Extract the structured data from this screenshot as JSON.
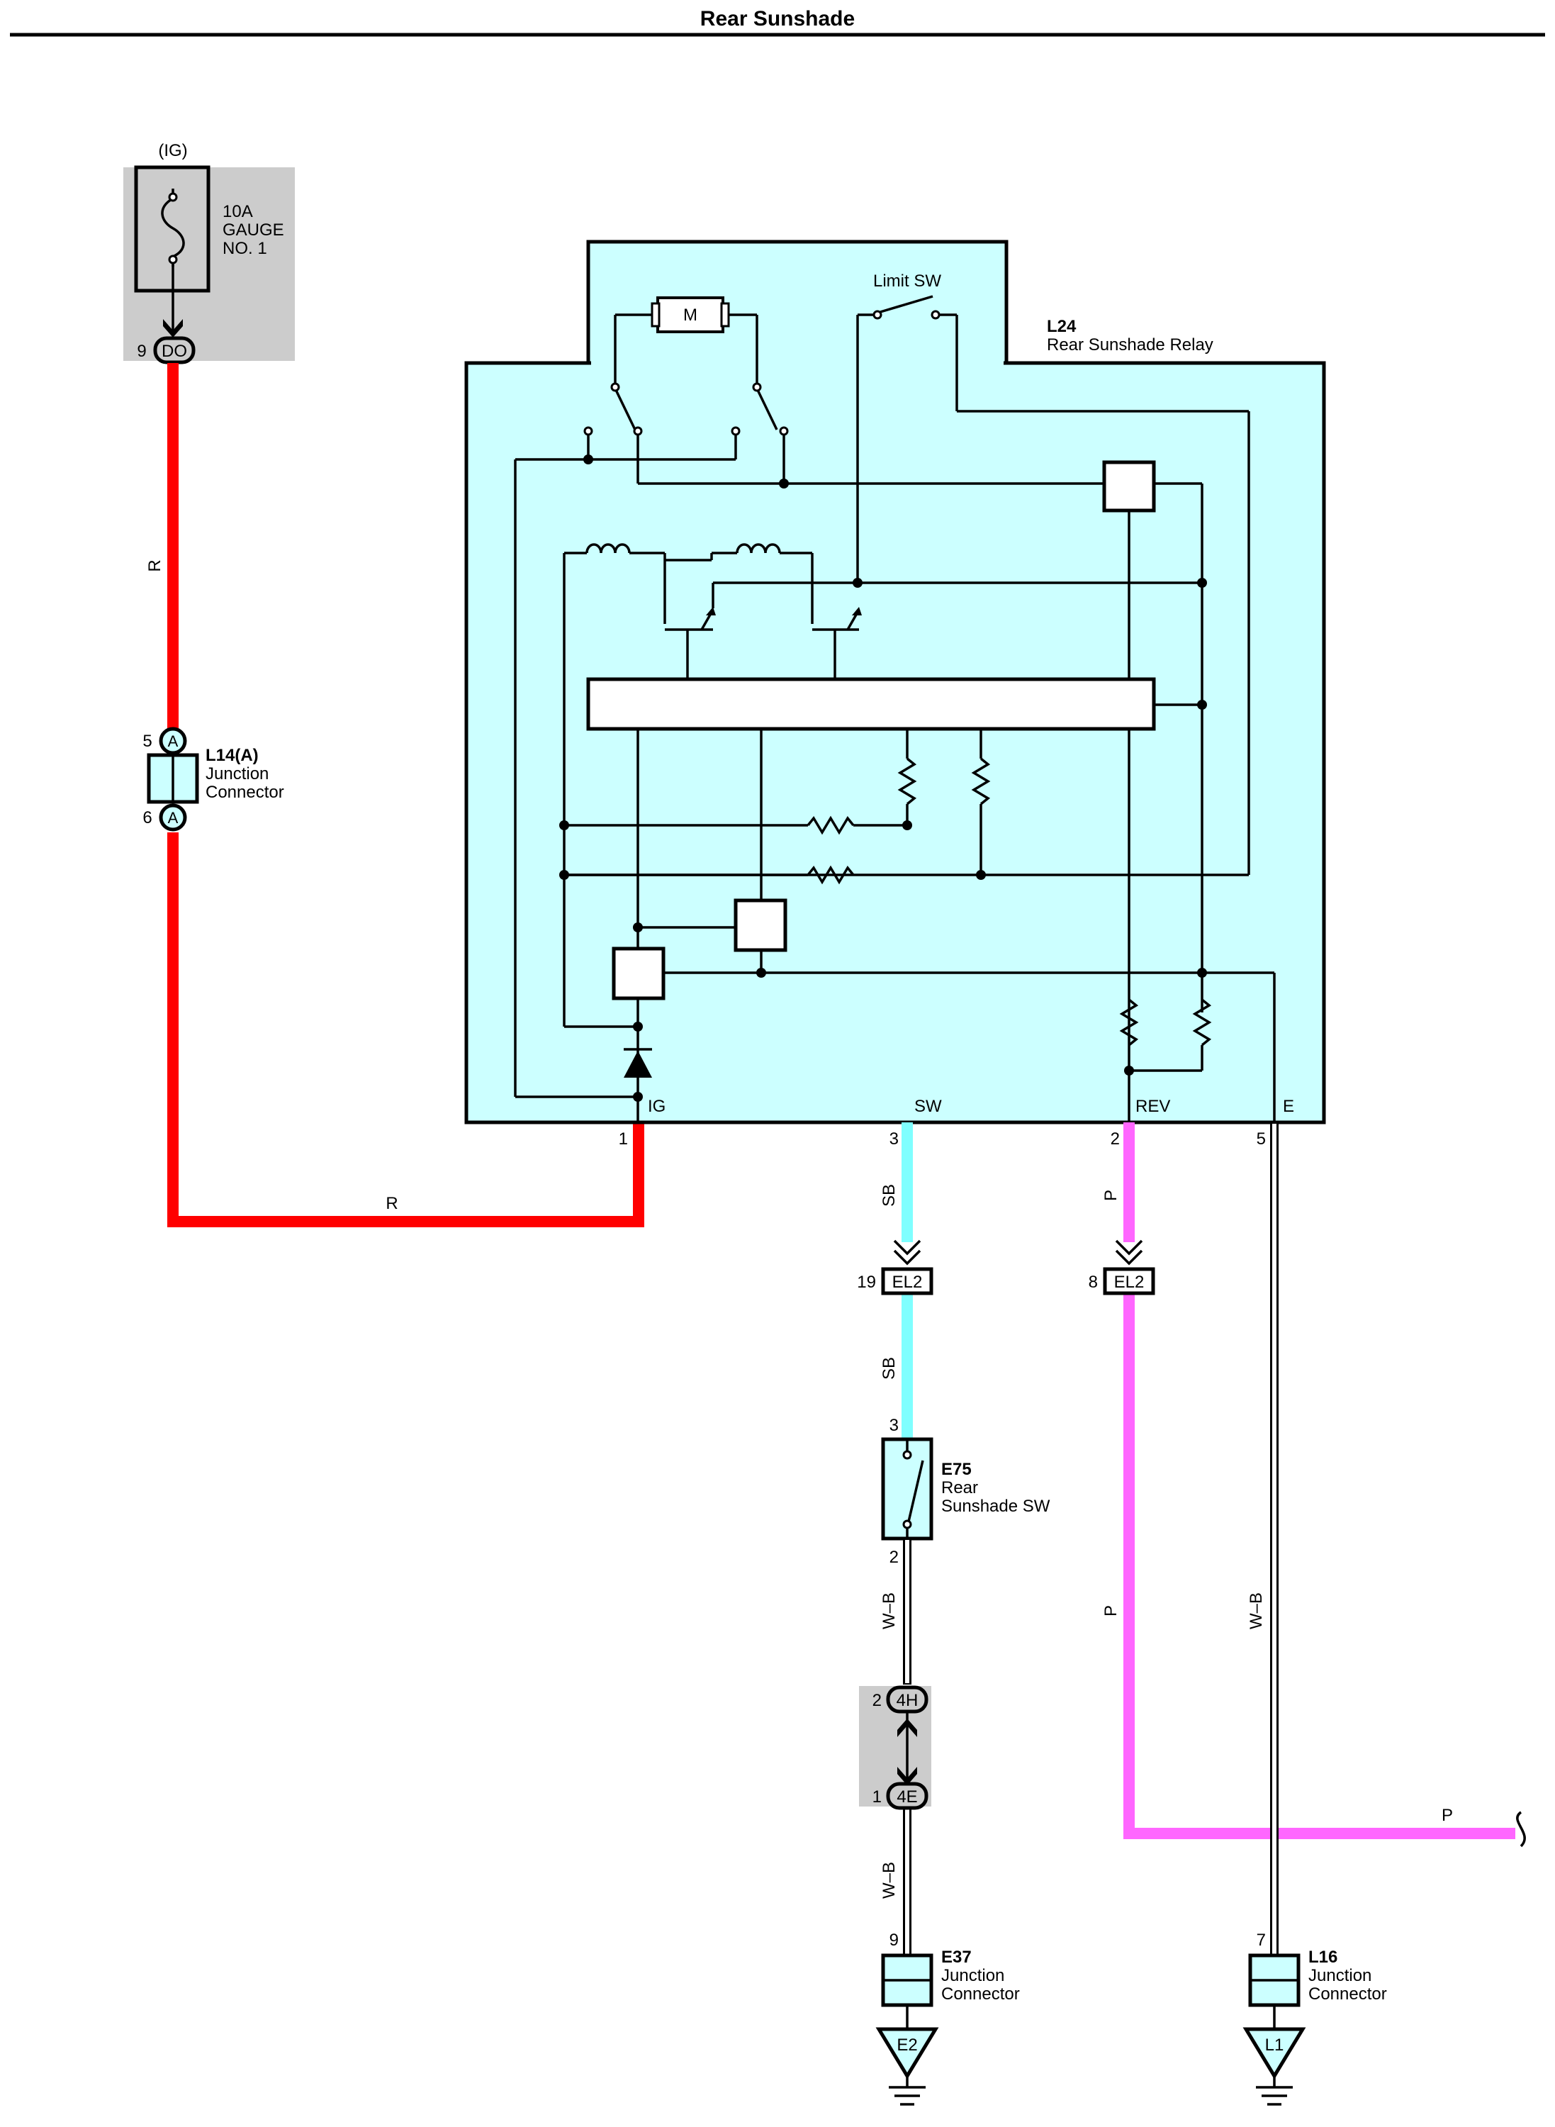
{
  "title": "Rear Sunshade",
  "colors": {
    "wire_r": "#ff0000",
    "wire_sb": "#7fffff",
    "wire_p": "#ff66ff",
    "wire_wb": "#000000",
    "component_fill": "#ccffff",
    "shaded_area": "#cccccc"
  },
  "fuse": {
    "supply": "(IG)",
    "rating": "10A",
    "name_line1": "GAUGE",
    "name_line2": "NO. 1",
    "connector": "DO",
    "pin": "9"
  },
  "junction_l14": {
    "code": "L14(A)",
    "name_line1": "Junction",
    "name_line2": "Connector",
    "pin_in": "5",
    "pin_out": "6",
    "letter": "A"
  },
  "relay": {
    "code": "L24",
    "name": "Rear Sunshade Relay",
    "motor_label": "M",
    "limit_sw_label": "Limit SW",
    "terminals": [
      {
        "label": "IG",
        "pin": "1"
      },
      {
        "label": "SW",
        "pin": "3"
      },
      {
        "label": "REV",
        "pin": "2"
      },
      {
        "label": "E",
        "pin": "5"
      }
    ]
  },
  "wires": {
    "r1": "R",
    "r2": "R",
    "sb1": "SB",
    "sb2": "SB",
    "p1": "P",
    "p2": "P",
    "p3": "P",
    "wb1": "W–B",
    "wb2": "W–B",
    "wb3": "W–B"
  },
  "el2_sw": {
    "pin": "19",
    "code": "EL2"
  },
  "el2_rev": {
    "pin": "8",
    "code": "EL2"
  },
  "switch_e75": {
    "code": "E75",
    "name_line1": "Rear",
    "name_line2": "Sunshade SW",
    "pin_top": "3",
    "pin_bottom": "2"
  },
  "connector_4h": {
    "pin": "2",
    "code": "4H"
  },
  "connector_4e": {
    "pin": "1",
    "code": "4E"
  },
  "junction_e37": {
    "code": "E37",
    "name_line1": "Junction",
    "name_line2": "Connector",
    "pin": "9",
    "ground": "E2"
  },
  "junction_l16": {
    "code": "L16",
    "name_line1": "Junction",
    "name_line2": "Connector",
    "pin": "7",
    "ground": "L1"
  }
}
